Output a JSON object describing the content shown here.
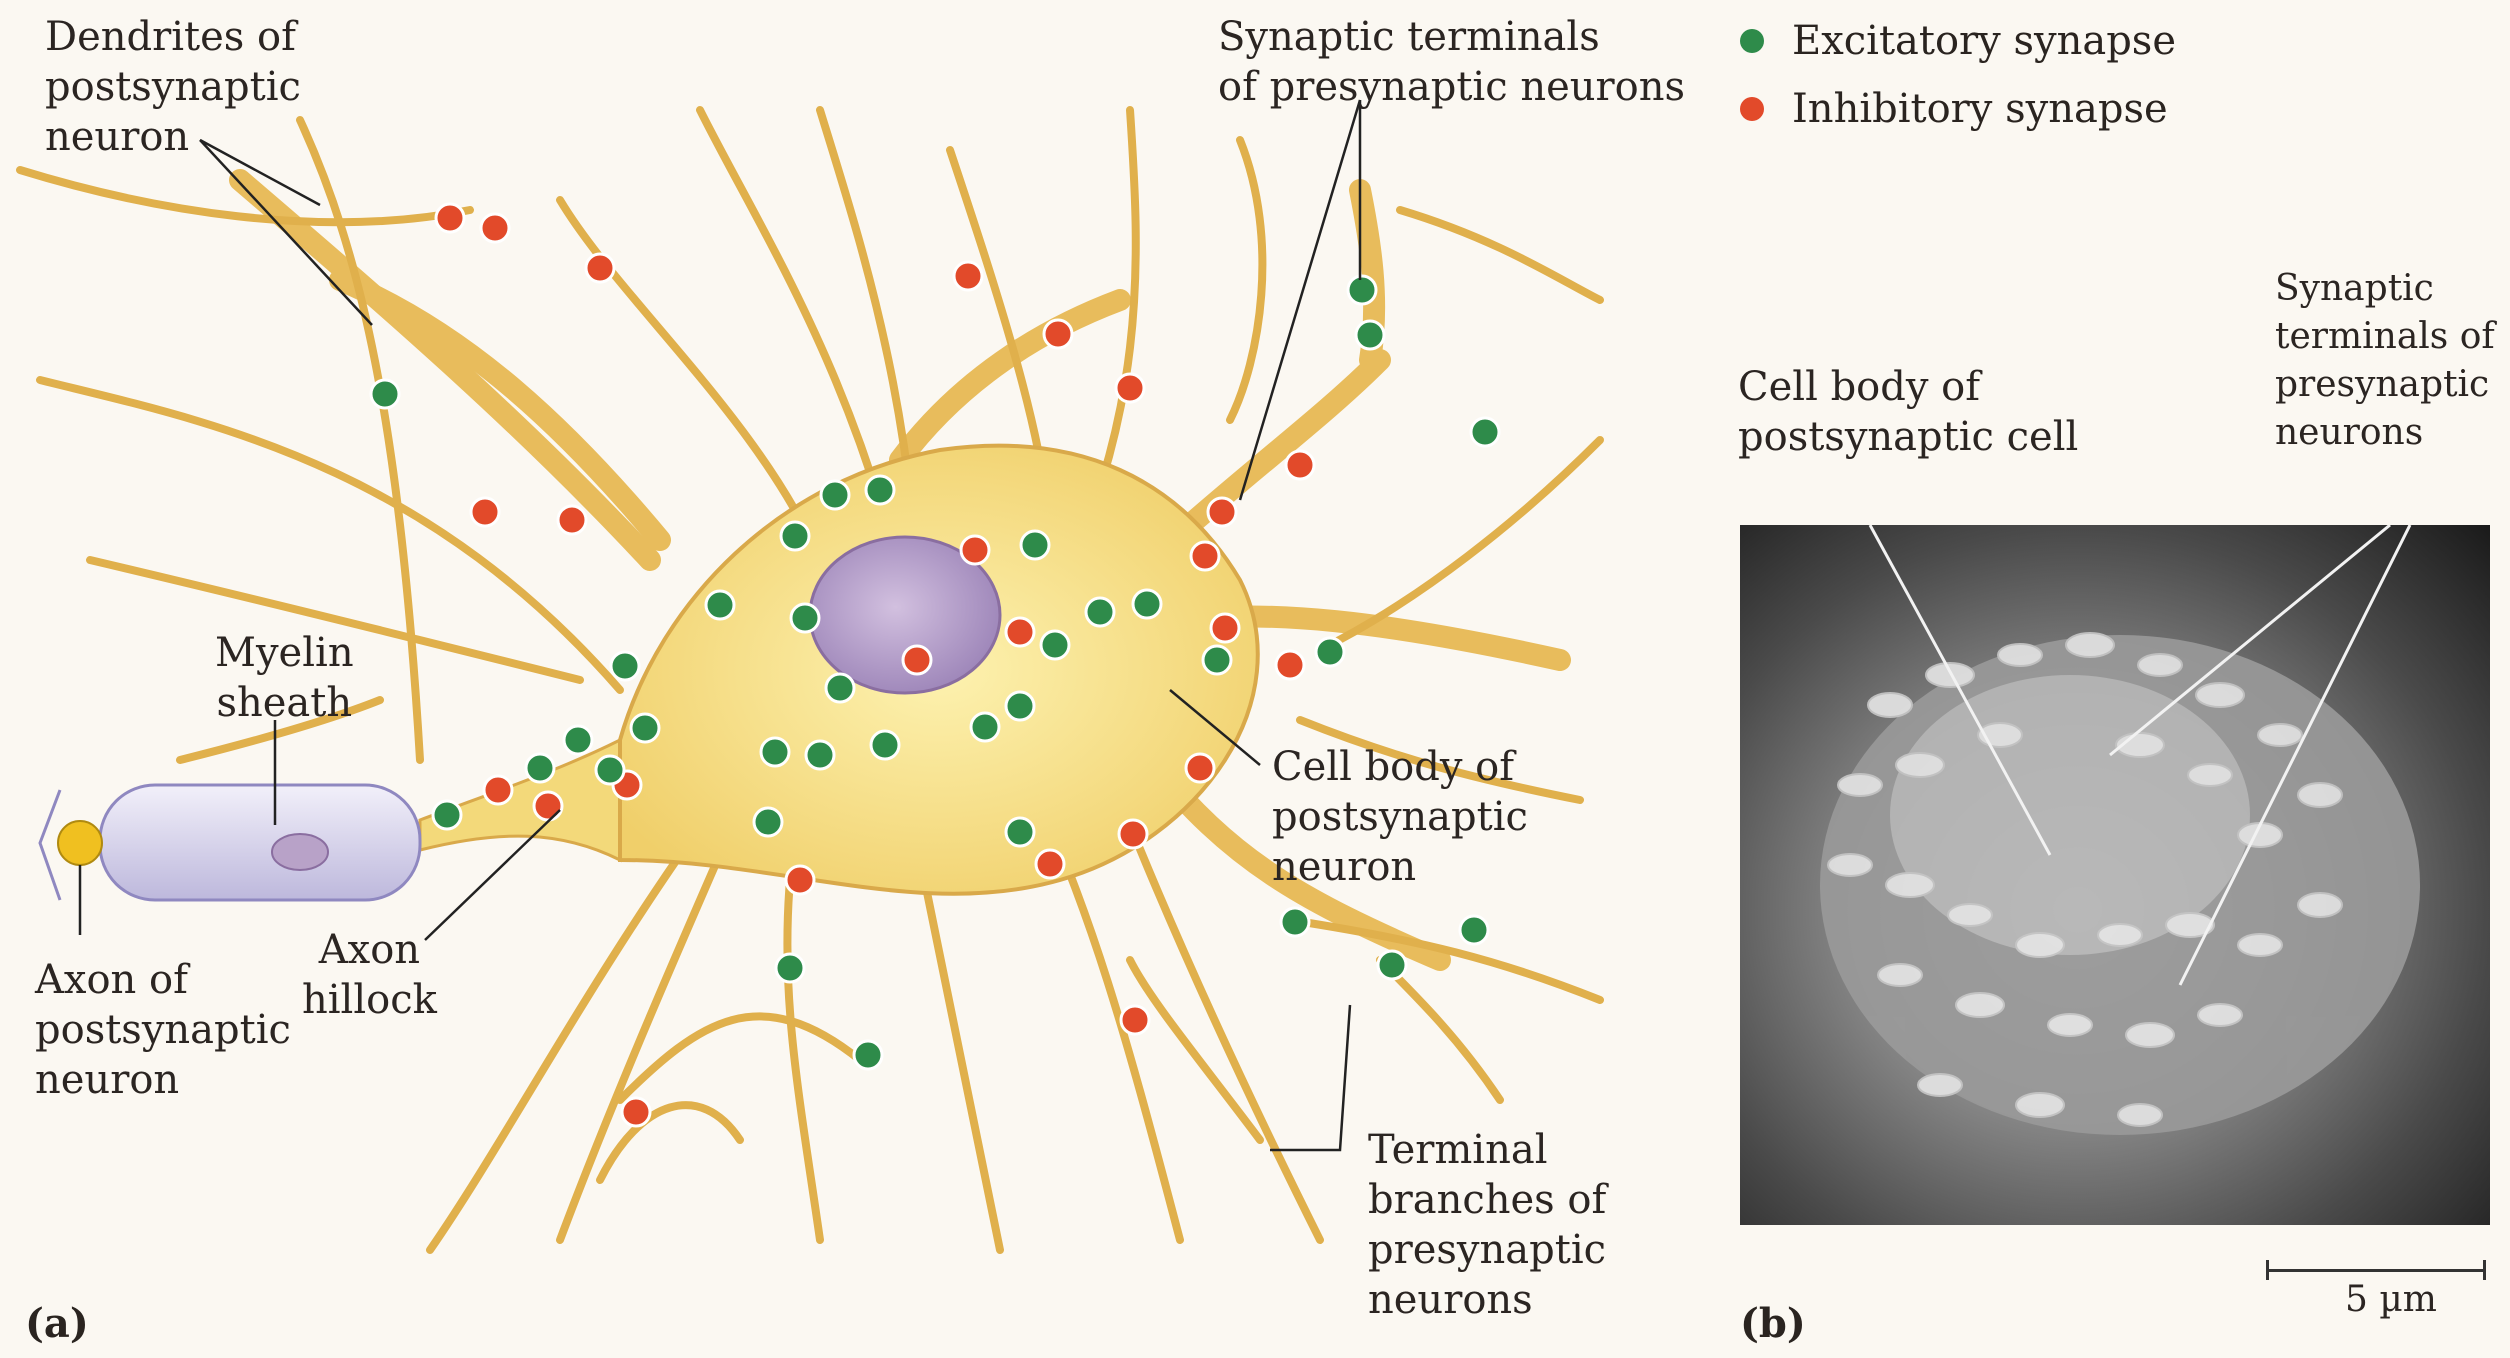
{
  "legend": {
    "excitatory": {
      "label": "Excitatory synapse",
      "color": "#2e8b4a"
    },
    "inhibitory": {
      "label": "Inhibitory synapse",
      "color": "#e24a2a"
    }
  },
  "panel_a": {
    "letter": "(a)",
    "labels": {
      "dendrites": "Dendrites of\npostsynaptic\nneuron",
      "synaptic_terminals": "Synaptic terminals\nof presynaptic neurons",
      "myelin": "Myelin\nsheath",
      "axon": "Axon of\npostsynaptic\nneuron",
      "hillock": "Axon\nhillock",
      "cell_body": "Cell body of\npostsynaptic\nneuron",
      "terminal_branches": "Terminal\nbranches of\npresynaptic\nneurons"
    }
  },
  "panel_b": {
    "letter": "(b)",
    "labels": {
      "cell_body": "Cell body of\npostsynaptic cell",
      "synaptic_terminals": "Synaptic\nterminals of\npresynaptic\nneurons"
    },
    "scale": "5 µm"
  },
  "colors": {
    "neuron_fill": "#f3d97a",
    "dendrite": "#e2b455",
    "background": "#fbf8f2"
  }
}
